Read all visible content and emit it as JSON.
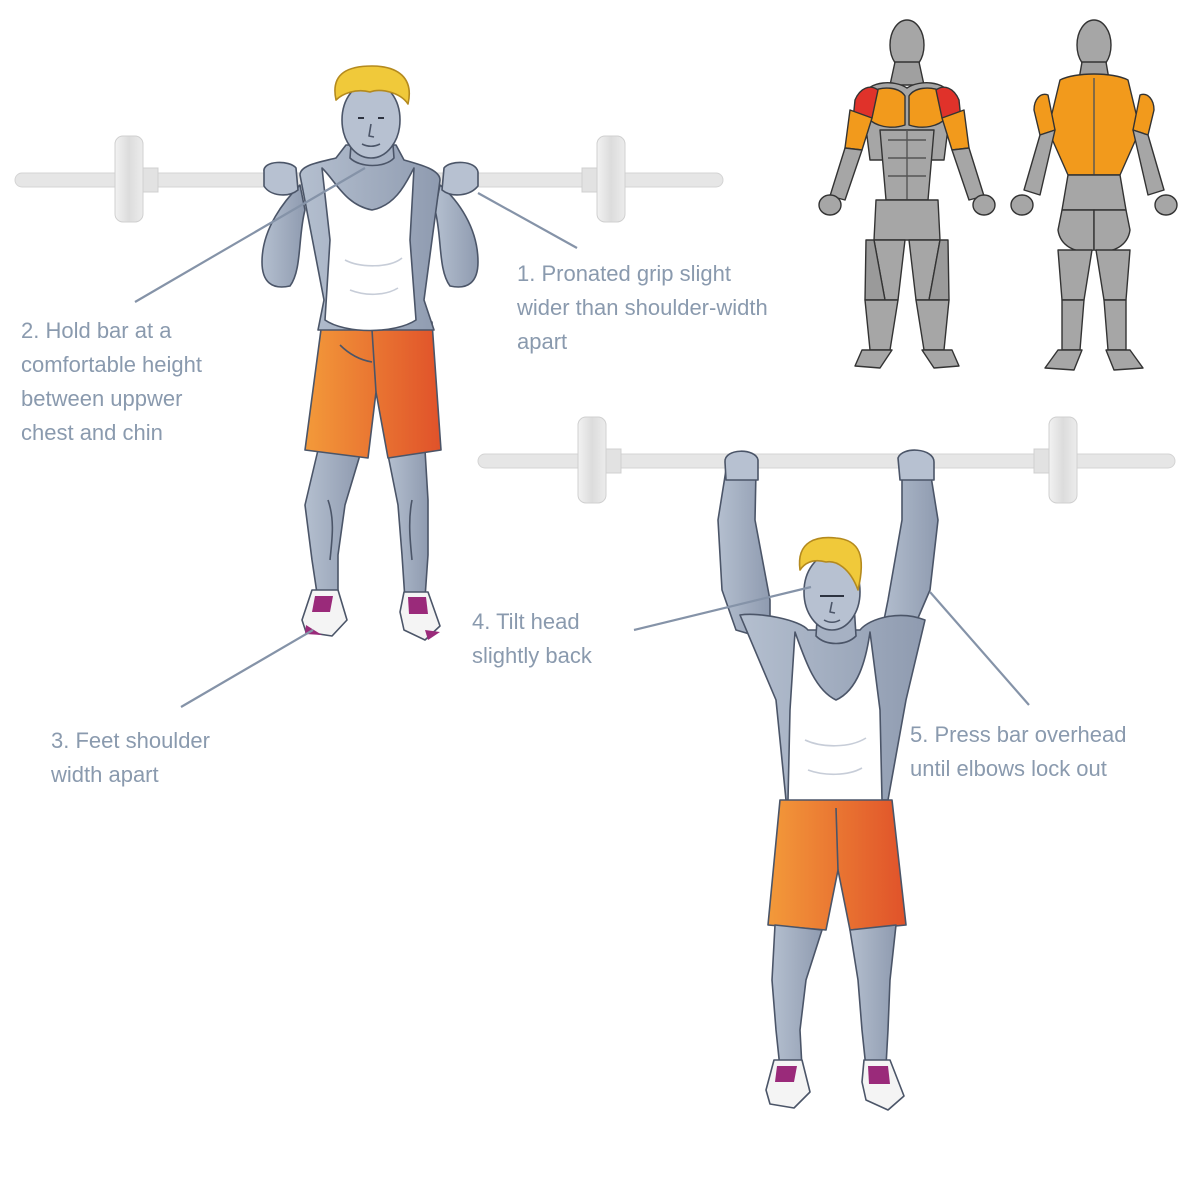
{
  "callouts": [
    {
      "id": "grip",
      "lines": [
        "1. Pronated grip slight",
        "wider than shoulder-width",
        "apart"
      ]
    },
    {
      "id": "hold-bar",
      "lines": [
        "2. Hold bar at a",
        "comfortable height",
        "between uppwer",
        "chest and chin"
      ]
    },
    {
      "id": "feet",
      "lines": [
        "3. Feet shoulder",
        "width apart"
      ]
    },
    {
      "id": "tilt-head",
      "lines": [
        "4. Tilt head",
        "slightly back"
      ]
    },
    {
      "id": "press",
      "lines": [
        "5. Press bar overhead",
        "until elbows lock out"
      ]
    }
  ],
  "colors": {
    "skin": "#a9b4c6",
    "skin_dark": "#6f7c92",
    "hair": "#f0c93a",
    "tank_top": "#ffffff",
    "shorts": "#f08a30",
    "shorts_dark": "#e0522a",
    "shoes_accent": "#9a2a7a",
    "barbell": "#e4e4e4",
    "leader_line": "#8593a8",
    "label_text": "#8a9aae",
    "muscle_primary": "#f29a1c",
    "muscle_secondary": "#e0322a",
    "muscle_base": "#a6a6a6"
  },
  "icons": [
    "barbell",
    "athlete-start-pose",
    "athlete-lockout-pose",
    "muscle-map-front",
    "muscle-map-back"
  ]
}
